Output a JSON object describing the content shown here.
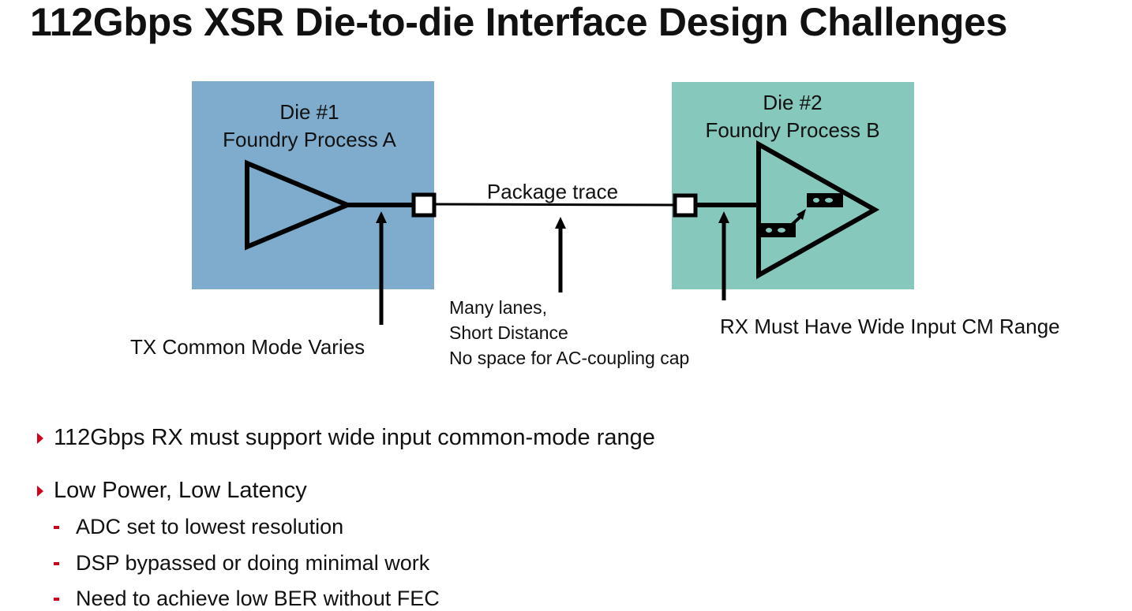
{
  "slide": {
    "title": "112Gbps XSR Die-to-die Interface Design Challenges"
  },
  "diagram": {
    "die1": {
      "label_line1": "Die #1",
      "label_line2": "Foundry Process A",
      "fill": "#7faccd"
    },
    "die2": {
      "label_line1": "Die #2",
      "label_line2": "Foundry Process B",
      "fill": "#86c8bb"
    },
    "trace_label": "Package trace",
    "annotations": {
      "tx": "TX Common Mode Varies",
      "channel": [
        "Many lanes,",
        "Short Distance",
        "No space for AC-coupling cap"
      ],
      "rx": "RX Must Have Wide Input CM Range"
    }
  },
  "bullets": [
    {
      "text": "112Gbps RX must support wide input common-mode range",
      "children": []
    },
    {
      "text": "Low Power, Low Latency",
      "children": [
        "ADC set to lowest resolution",
        "DSP bypassed or doing minimal work",
        "Need to achieve low BER without FEC"
      ]
    }
  ],
  "colors": {
    "bullet_accent": "#d0021b",
    "line": "#000000"
  }
}
